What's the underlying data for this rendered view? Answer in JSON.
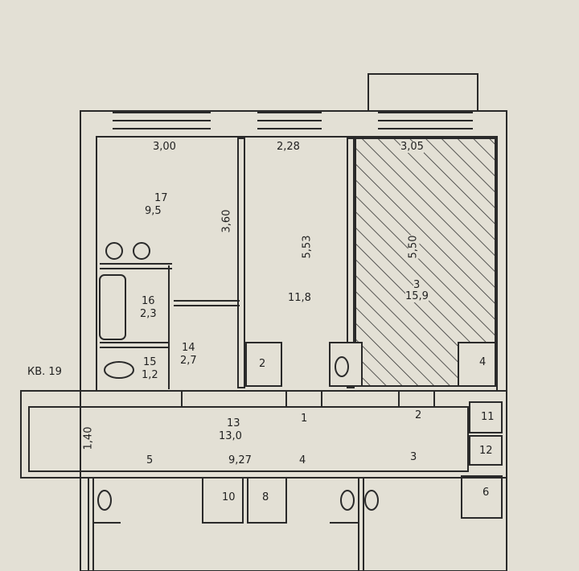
{
  "plan": {
    "apartment_label": "КВ. 19",
    "hall_width": "1,40",
    "corridor_length": "9,27",
    "rooms": [
      {
        "num": "17",
        "area": "9,5",
        "width": "3,00",
        "depth": "3,60"
      },
      {
        "num": "",
        "area": "11,8",
        "width": "2,28",
        "depth": "5,53"
      },
      {
        "num": "3",
        "area": "15,9",
        "width": "3,05",
        "depth": "5,50"
      },
      {
        "num": "16",
        "area": "2,3"
      },
      {
        "num": "15",
        "area": "1,2"
      },
      {
        "num": "14",
        "area": "2,7"
      },
      {
        "num": "13",
        "area": "13,0"
      }
    ],
    "markers": [
      "1",
      "2",
      "3",
      "4",
      "5",
      "2",
      "4",
      "6",
      "8",
      "10",
      "11",
      "12"
    ]
  }
}
